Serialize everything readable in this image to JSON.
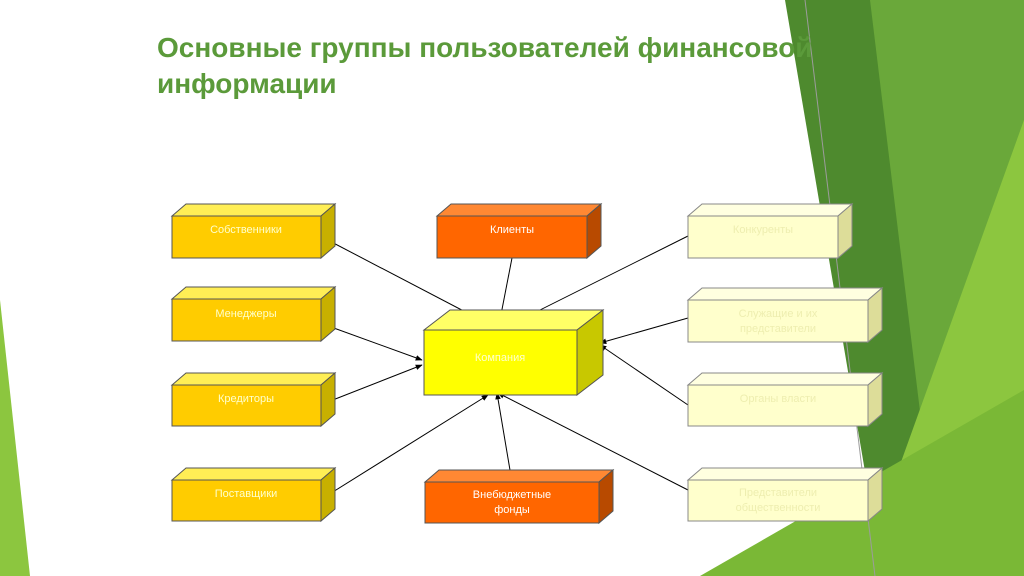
{
  "slide": {
    "title": "Основные группы пользователей финансовой информации"
  },
  "diagram": {
    "center": {
      "label": "Компания"
    },
    "left": [
      {
        "label": "Собственники"
      },
      {
        "label": "Менеджеры"
      },
      {
        "label": "Кредиторы"
      },
      {
        "label": "Поставщики"
      }
    ],
    "top": {
      "label": "Клиенты"
    },
    "bottom": {
      "label_line1": "Внебюджетные",
      "label_line2": "фонды"
    },
    "right": [
      {
        "label": "Конкуренты"
      },
      {
        "label_line1": "Служащие и их",
        "label_line2": "представители"
      },
      {
        "label": "Органы власти"
      },
      {
        "label_line1": "Представители",
        "label_line2": "общественности"
      }
    ]
  },
  "colors": {
    "title": "#5b9a3a",
    "yellow": "#ffff00",
    "amber": "#ffcc00",
    "orange": "#ff6600",
    "pale": "#ffffcc",
    "green_dark": "#4e8a2e",
    "green_mid": "#6aa83a",
    "green_light": "#8cc63f"
  }
}
